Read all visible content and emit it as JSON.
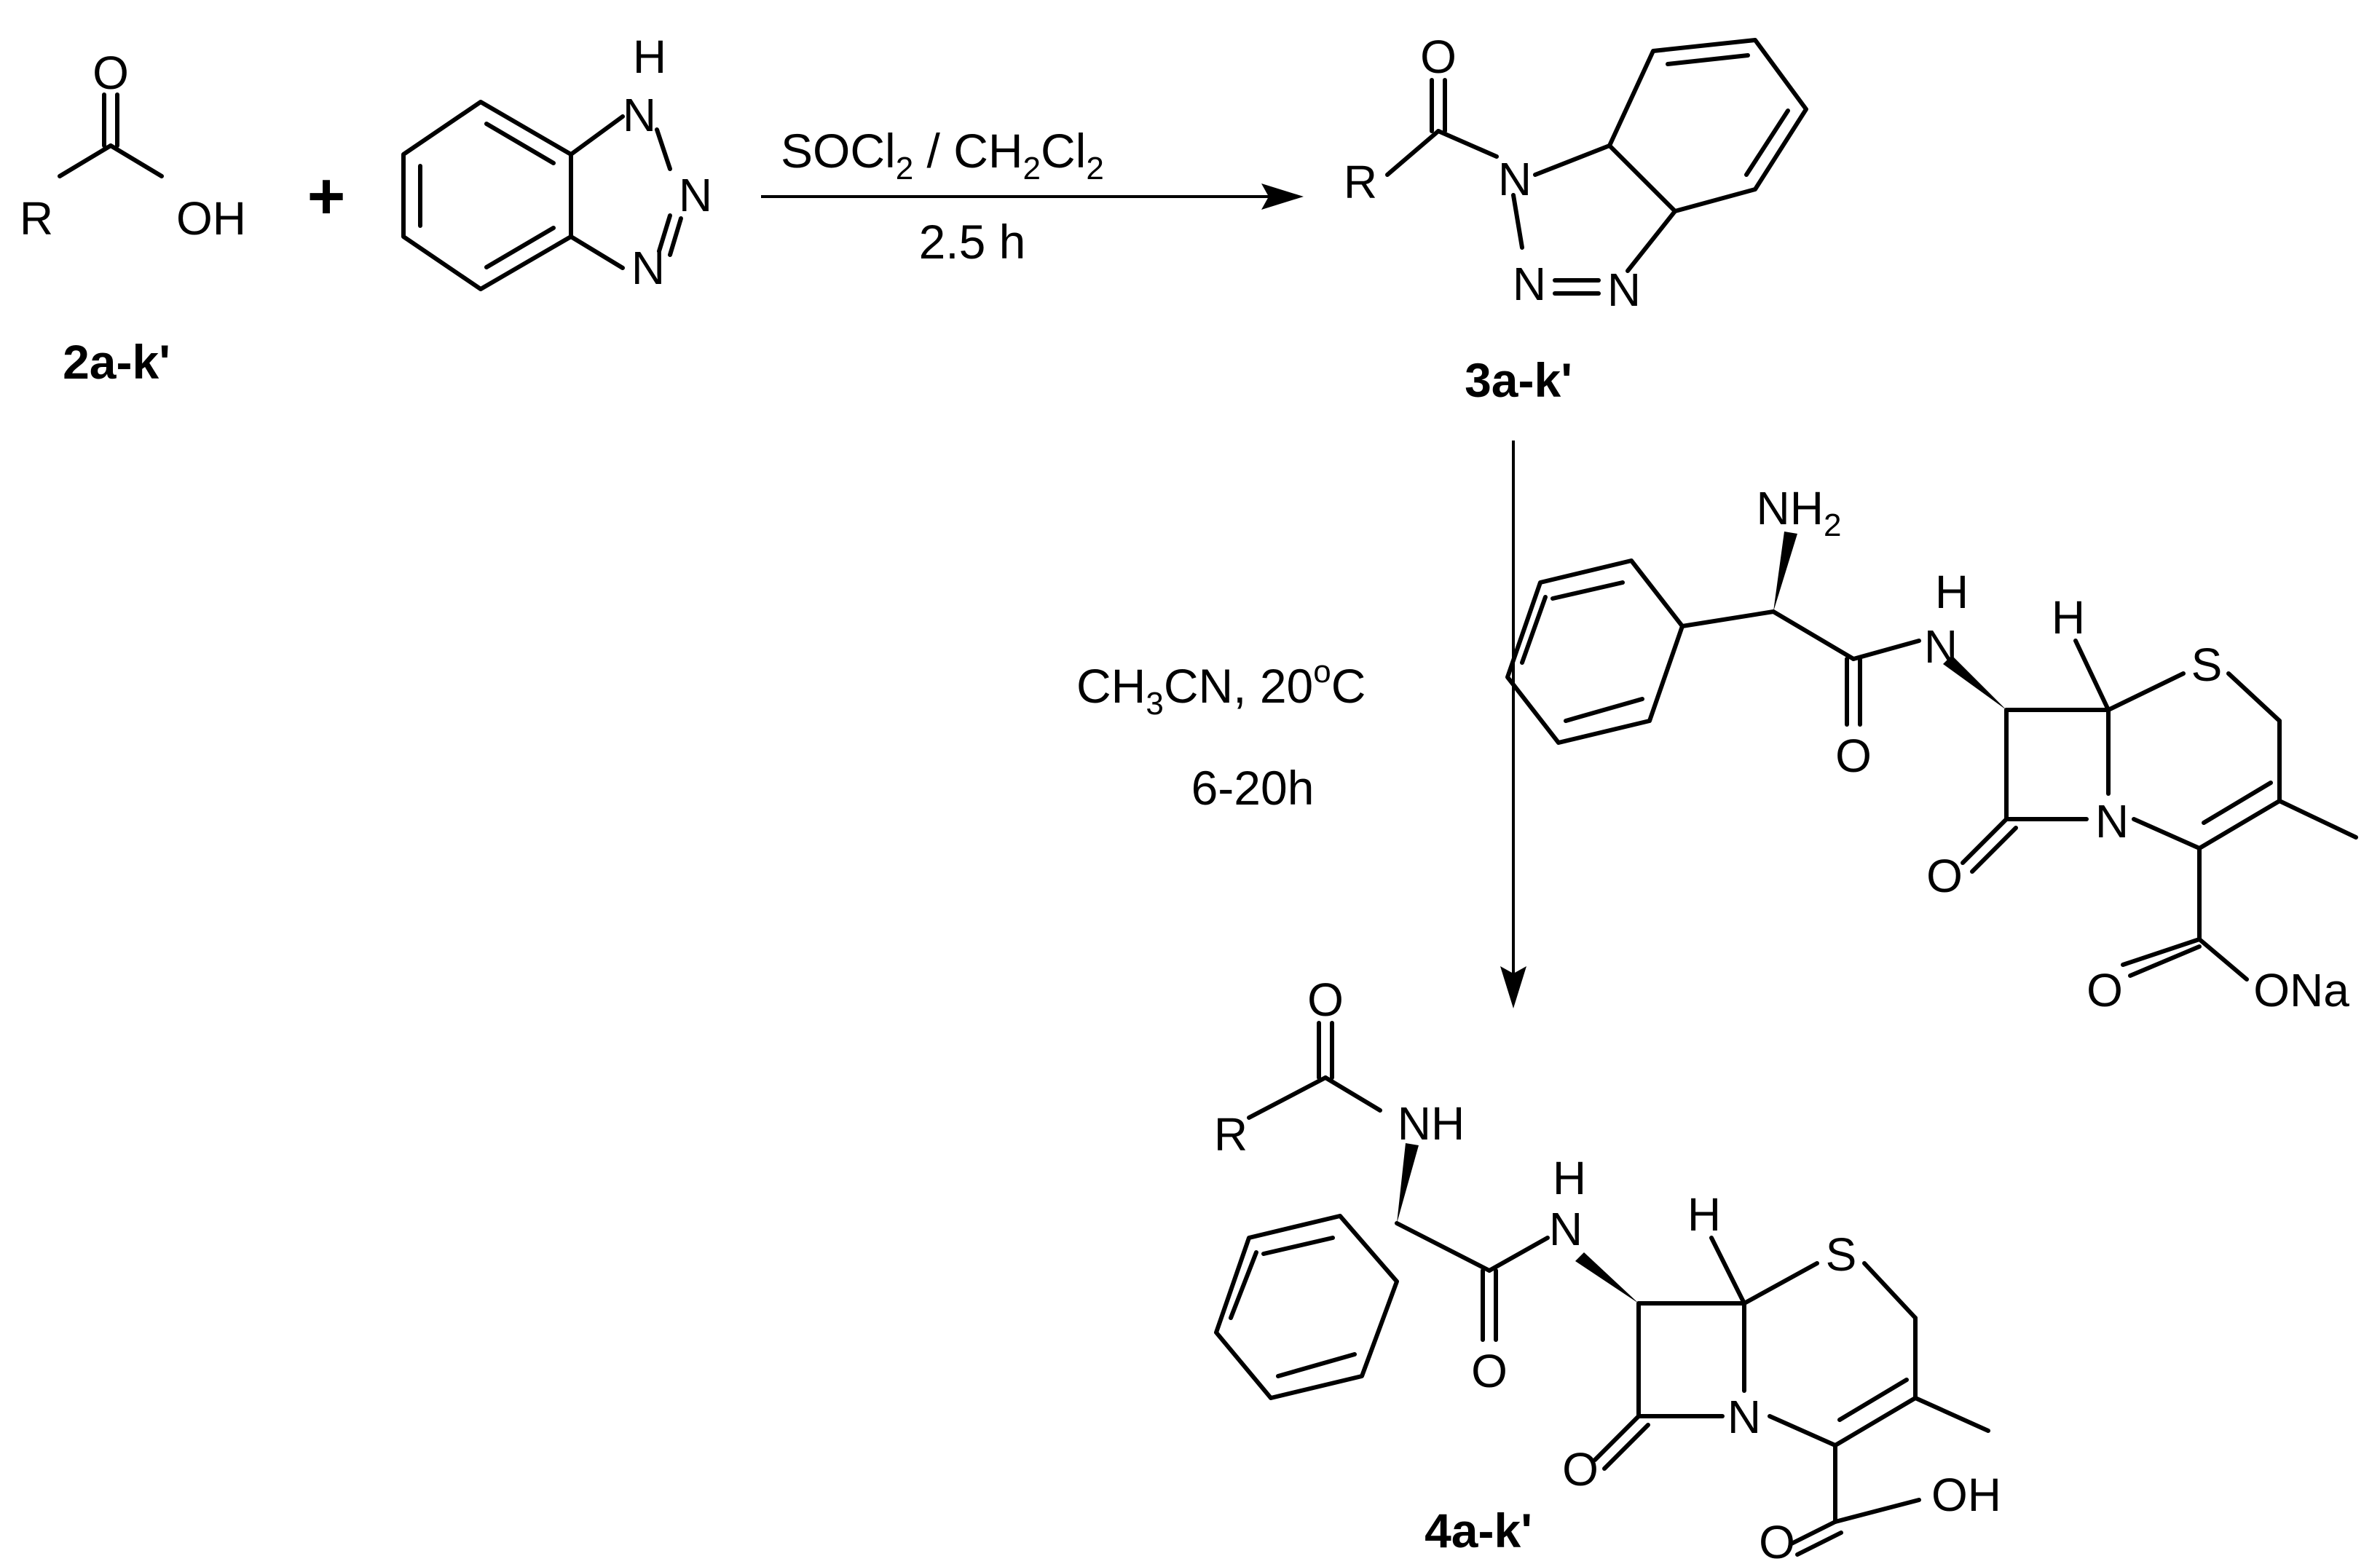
{
  "labels": {
    "compound_acid": "2a-k'",
    "compound_acylbenzotriazole": "3a-k'",
    "compound_product": "4a-k'"
  },
  "conditions": {
    "step1": {
      "reagent_a_base": "SOCl",
      "reagent_a_sub": "2",
      "separator": " / ",
      "reagent_b_part1": "CH",
      "reagent_b_sub1": "2",
      "reagent_b_part2": "Cl",
      "reagent_b_sub2": "2",
      "time": "2.5 h"
    },
    "step2": {
      "solvent_part1": "CH",
      "solvent_sub": "3",
      "solvent_part2": "CN, 20",
      "temp_sup": "o",
      "temp_unit": "C",
      "time": "6-20h"
    }
  },
  "atoms": {
    "O": "O",
    "OH": "OH",
    "R": "R",
    "H": "H",
    "N": "N",
    "NH": "NH",
    "NH2_base": "NH",
    "NH2_sub": "2",
    "S": "S",
    "ONa": "ONa"
  },
  "plus_sign": "+"
}
